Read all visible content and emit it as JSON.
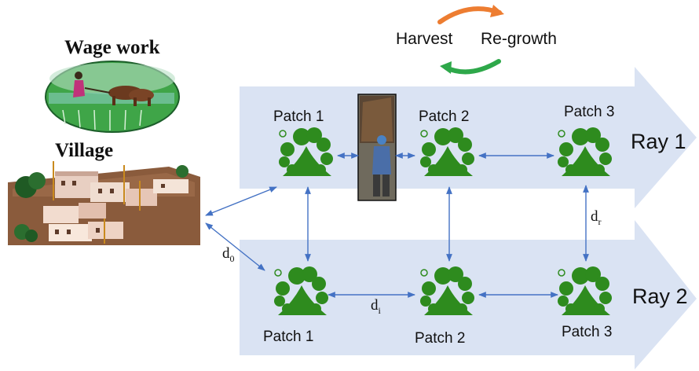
{
  "wage_work": {
    "label": "Wage work"
  },
  "village": {
    "label": "Village"
  },
  "cycle": {
    "harvest": "Harvest",
    "regrowth": "Re-growth"
  },
  "rays": [
    {
      "label": "Ray 1",
      "patches": [
        "Patch 1",
        "Patch 2",
        "Patch 3"
      ]
    },
    {
      "label": "Ray 2",
      "patches": [
        "Patch 1",
        "Patch 2",
        "Patch 3"
      ]
    }
  ],
  "distances": {
    "d0": {
      "base": "d",
      "sub": "0"
    },
    "di": {
      "base": "d",
      "sub": "i"
    },
    "dr": {
      "base": "d",
      "sub": "r"
    }
  },
  "colors": {
    "ray_fill": "#dae3f3",
    "plant": "#2e8b1e",
    "connector": "#4472c4",
    "harvest_arrow": "#ed7d31",
    "regrowth_arrow": "#2ea84a"
  },
  "icons": {
    "wage_work": "farmer-plowing-oxen-icon",
    "village": "village-houses-icon",
    "patch": "green-plant-icon",
    "harvester": "wood-carrier-photo-icon"
  }
}
